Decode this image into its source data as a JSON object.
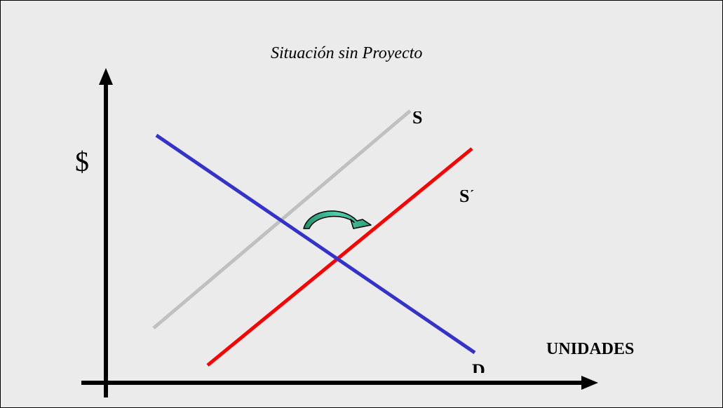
{
  "title": "Situación sin Proyecto",
  "y_axis_label": "$",
  "x_axis_label": "UNIDADES",
  "curves": {
    "supply_original": {
      "label": "S",
      "color": "#c0c0c0"
    },
    "supply_shifted": {
      "label": "S´",
      "color": "#ff0000"
    },
    "demand": {
      "label": "D",
      "color": "#3333cc"
    }
  },
  "shift_arrow": {
    "color": "#33aa88",
    "meaning": "supply shifts right"
  },
  "colors": {
    "background": "#ebebeb",
    "axes": "#000000",
    "border": "#000000"
  }
}
